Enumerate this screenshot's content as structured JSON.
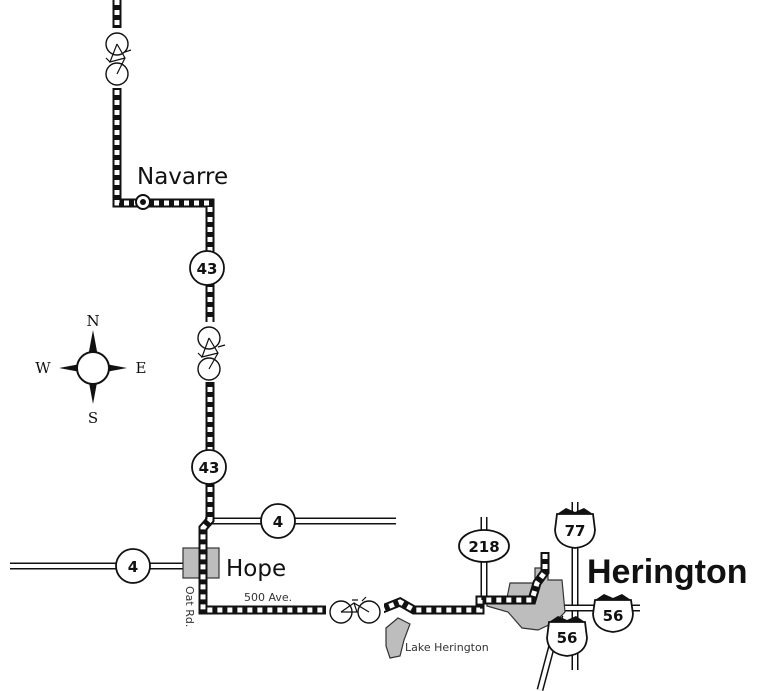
{
  "places": {
    "navarre": "Navarre",
    "hope": "Hope",
    "herington": "Herington",
    "lake": "Lake Herington"
  },
  "roads": {
    "street_500": "500 Ave.",
    "oat_rd": "Oat Rd."
  },
  "shields": {
    "k43_north": "43",
    "k43_south": "43",
    "k4_east": "4",
    "k4_west": "4",
    "k218": "218",
    "us77": "77",
    "us56_east": "56",
    "us56_south": "56"
  },
  "compass": {
    "n": "N",
    "s": "S",
    "e": "E",
    "w": "W"
  },
  "colors": {
    "route": "#111111",
    "town_fill": "#bdbdbd",
    "background": "#ffffff"
  }
}
